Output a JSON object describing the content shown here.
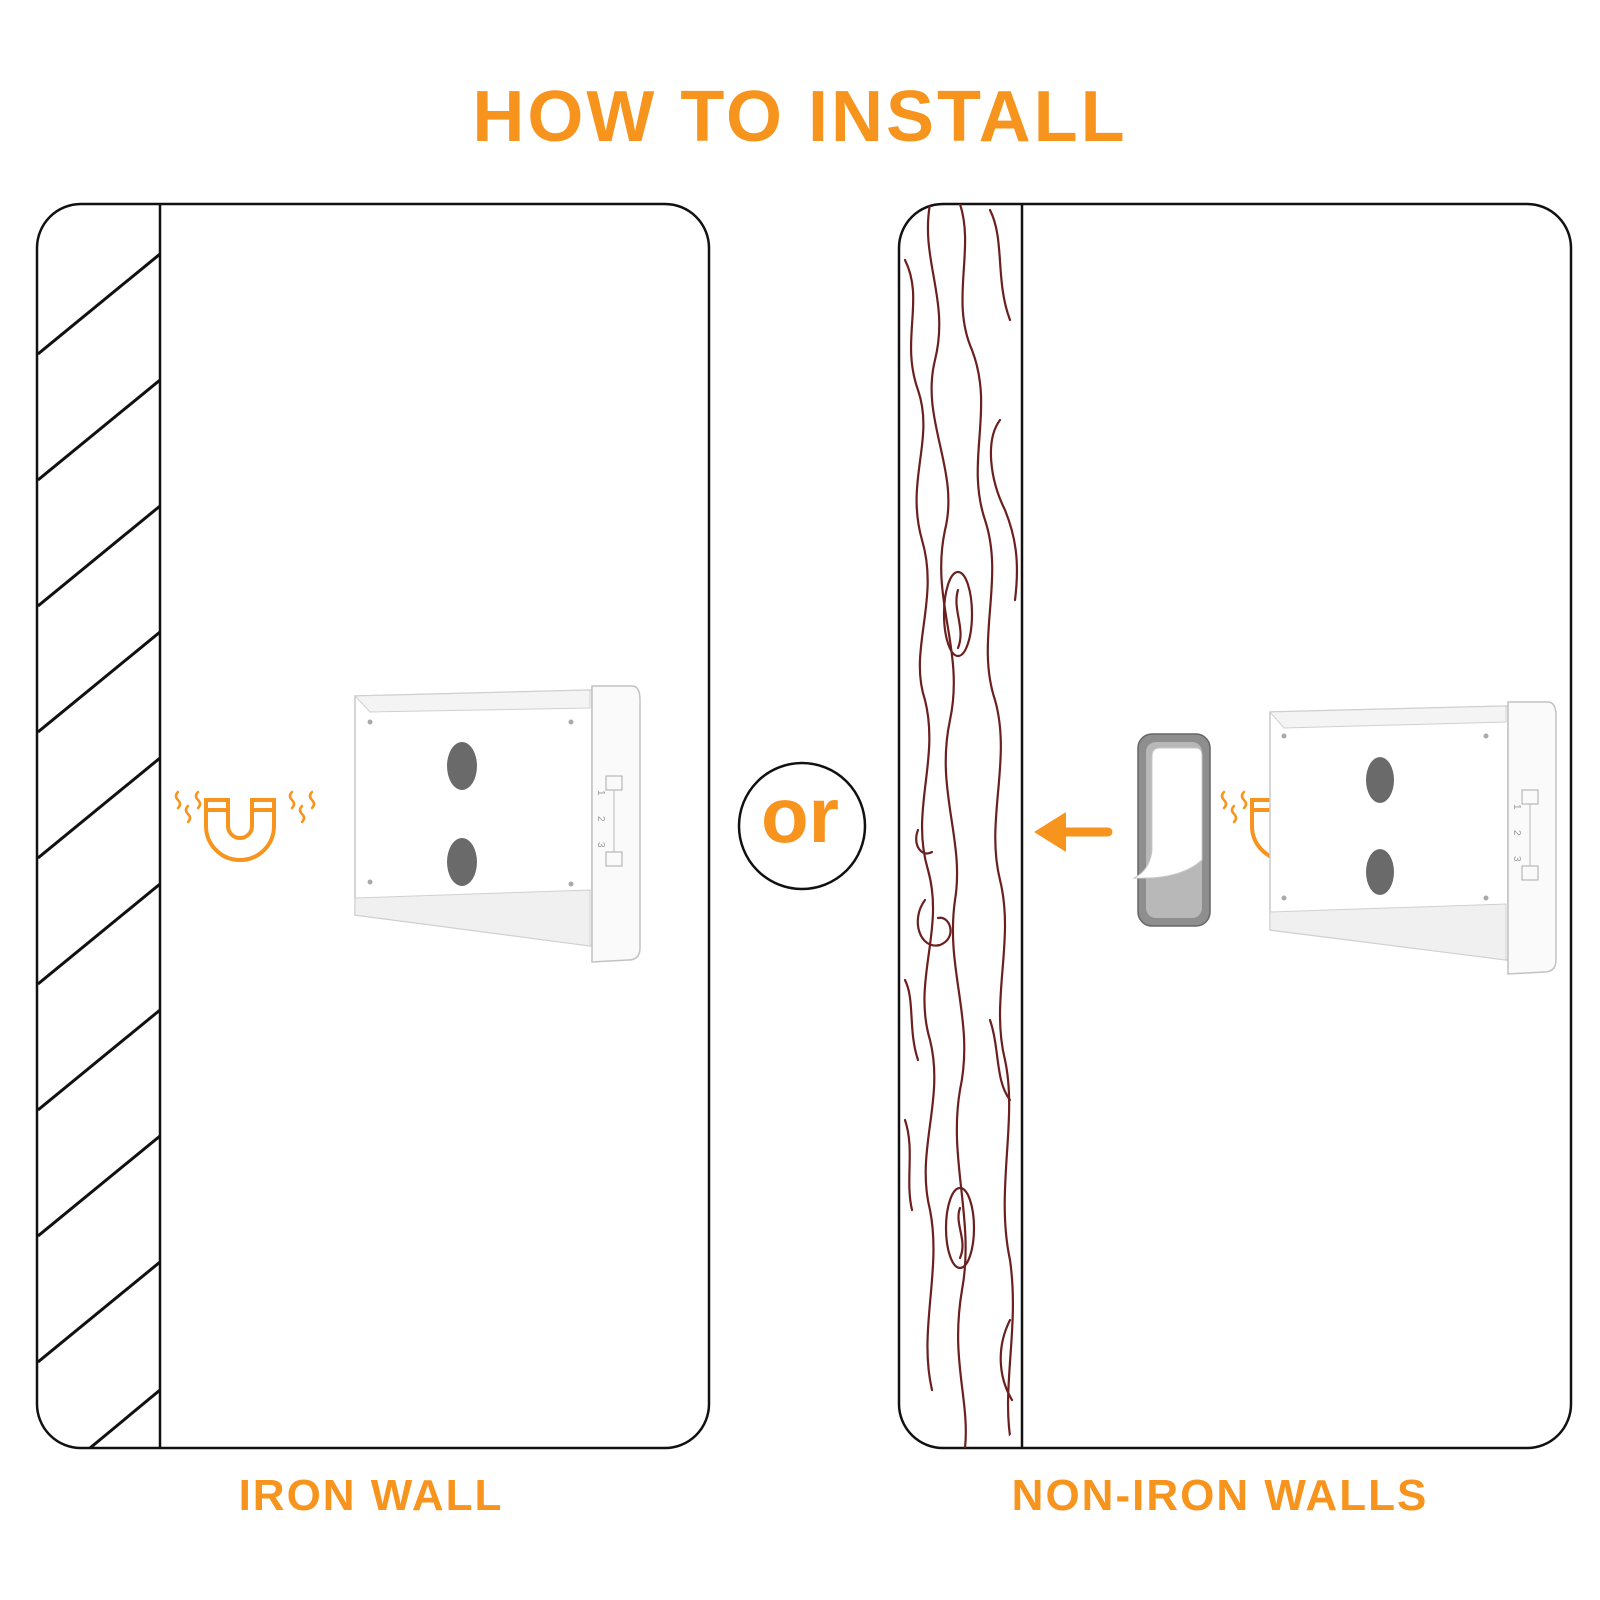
{
  "title": "HOW TO INSTALL",
  "divider_label": "or",
  "left_panel": {
    "caption": "IRON WALL"
  },
  "right_panel": {
    "caption": "NON-IRON WALLS"
  },
  "shelf_scale": {
    "labels": [
      "1",
      "2",
      "3"
    ]
  },
  "colors": {
    "accent": "#F7941D",
    "outline": "#111111",
    "wood_grain": "#6B1F1F",
    "plate": "#8E8E8E",
    "hole": "#6A6A6A"
  },
  "icons": {
    "magnet": "magnet-icon",
    "arrow": "arrow-left-icon",
    "plate": "adhesive-metal-plate-icon"
  }
}
